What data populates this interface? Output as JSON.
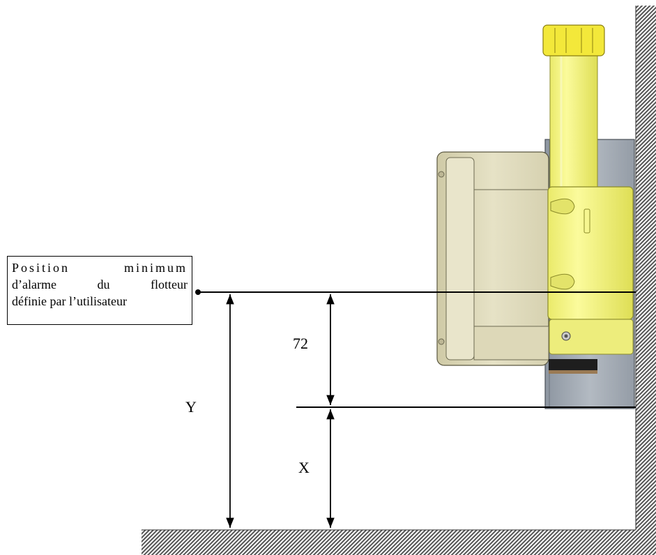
{
  "callout": {
    "line1_left": "Position",
    "line1_right": "minimum",
    "line2_a": "d’alarme",
    "line2_b": "du",
    "line2_c": "flotteur",
    "line3": "définie par l’utilisateur"
  },
  "dimensions": {
    "fixed_label": "72",
    "total_label": "Y",
    "offset_label": "X"
  },
  "colors": {
    "tube_yellow": "#f2f27a",
    "cap_yellow": "#f3e83a",
    "housing_beige": "#ddd9b9",
    "bracket_grey": "#9aa3ad",
    "hatch_grey": "#666666"
  }
}
